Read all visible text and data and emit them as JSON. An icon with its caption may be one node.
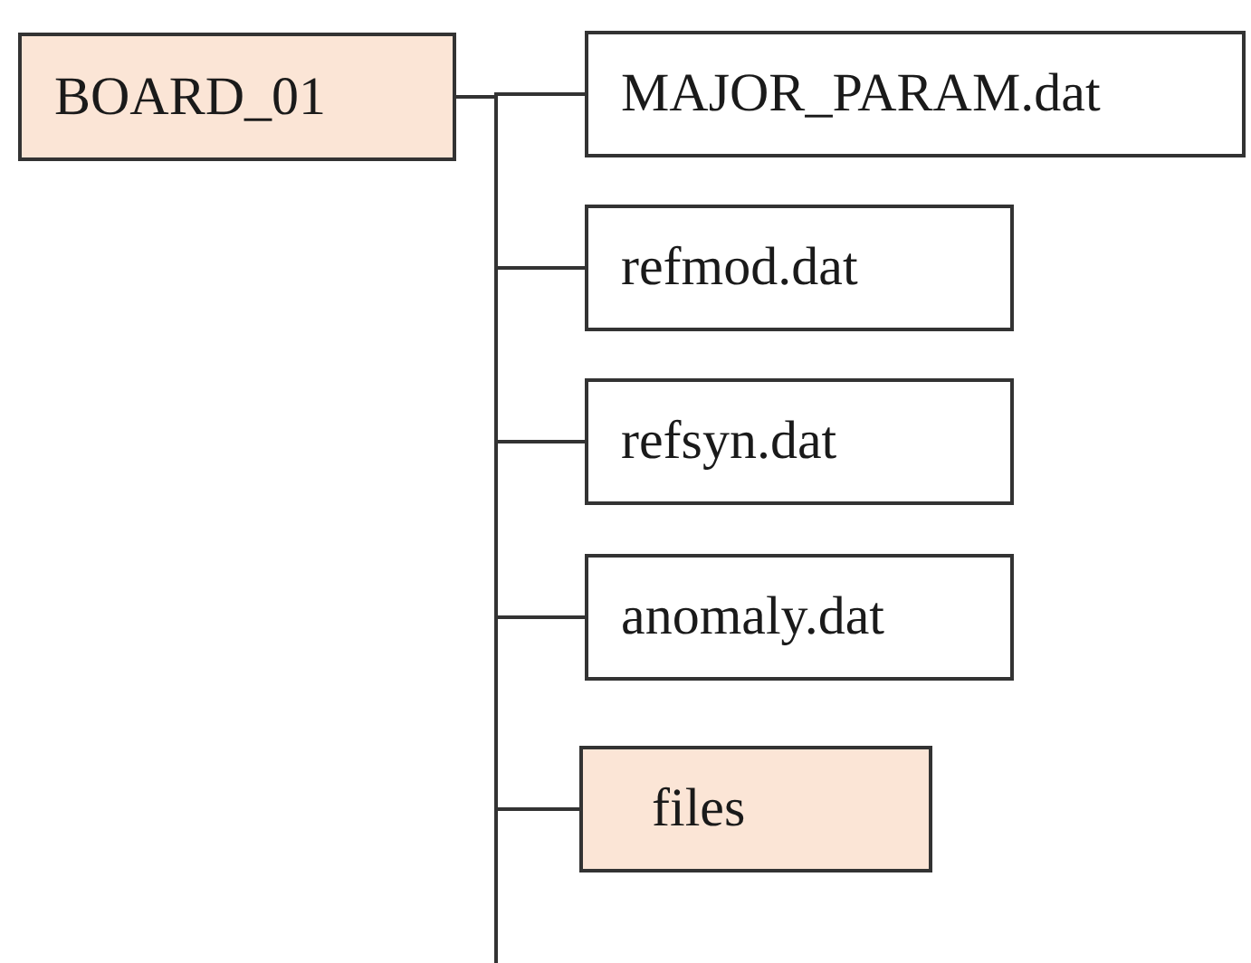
{
  "diagram": {
    "nodes": [
      {
        "text": [
          "BOARD_01"
        ]
      },
      {
        "text": [
          "MAJOR_PARAM.dat"
        ]
      },
      {
        "text": [
          "refmod.dat"
        ]
      },
      {
        "text": [
          "refsyn.dat"
        ]
      },
      {
        "text": [
          "anomaly.dat"
        ]
      },
      {
        "text": [
          "files"
        ]
      }
    ],
    "edges": [
      {
        "from": 0,
        "to": 1,
        "arrow": "none"
      },
      {
        "from": 0,
        "to": 2,
        "arrow": "none"
      },
      {
        "from": 0,
        "to": 3,
        "arrow": "none"
      },
      {
        "from": 0,
        "to": 4,
        "arrow": "none"
      },
      {
        "from": 0,
        "to": 5,
        "arrow": "none"
      },
      {
        "from": 0,
        "to": null,
        "arrow": "none"
      }
    ]
  }
}
